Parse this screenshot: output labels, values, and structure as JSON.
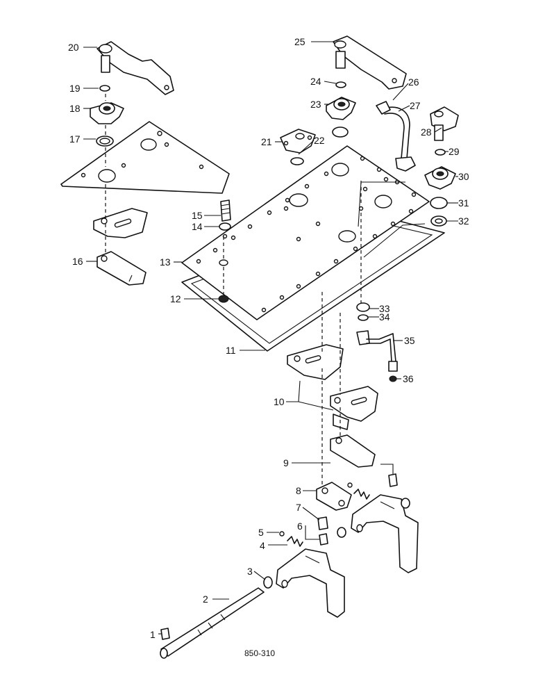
{
  "diagram": {
    "part_numbers": [
      "1",
      "2",
      "3",
      "4",
      "5",
      "6",
      "7",
      "8",
      "9",
      "10",
      "11",
      "12",
      "13",
      "14",
      "15",
      "16",
      "17",
      "18",
      "19",
      "20",
      "21",
      "22",
      "23",
      "24",
      "25",
      "26",
      "27",
      "28",
      "29",
      "30",
      "31",
      "32",
      "33",
      "34",
      "35",
      "36"
    ],
    "figure_code": "850-310"
  }
}
